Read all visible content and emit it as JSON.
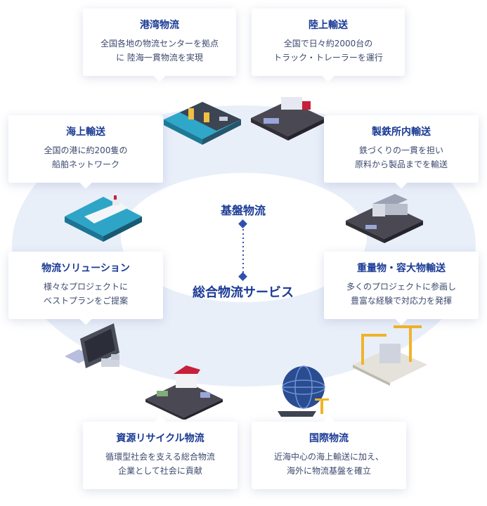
{
  "center": {
    "top_label": "基盤物流",
    "bottom_label": "総合物流サービス"
  },
  "cards": [
    {
      "id": "port",
      "title": "港湾物流",
      "lines": [
        "全国各地の物流センターを拠点",
        "に 陸海一貫物流を実現"
      ]
    },
    {
      "id": "land",
      "title": "陸上輸送",
      "lines": [
        "全国で日々約2000台の",
        "トラック・トレーラーを運行"
      ]
    },
    {
      "id": "sea",
      "title": "海上輸送",
      "lines": [
        "全国の港に約200隻の",
        "船舶ネットワーク"
      ]
    },
    {
      "id": "steel",
      "title": "製鉄所内輸送",
      "lines": [
        "鉄づくりの一貫を担い",
        "原料から製品までを輸送"
      ]
    },
    {
      "id": "solution",
      "title": "物流ソリューション",
      "lines": [
        "様々なプロジェクトに",
        "ベストプランをご提案"
      ]
    },
    {
      "id": "heavy",
      "title": "重量物・容大物輸送",
      "lines": [
        "多くのプロジェクトに参画し",
        "豊富な経験で対応力を発揮"
      ]
    },
    {
      "id": "recycle",
      "title": "資源リサイクル物流",
      "lines": [
        "循環型社会を支える総合物流",
        "企業として社会に貢献"
      ]
    },
    {
      "id": "intl",
      "title": "国際物流",
      "lines": [
        "近海中心の海上輸送に加え、",
        "海外に物流基盤を確立"
      ]
    }
  ],
  "colors": {
    "accent": "#1a3a95",
    "ring_outer": "#e8eef9",
    "ring_inner": "#f3f6fc",
    "dotted_line": "#2f4fb0"
  }
}
